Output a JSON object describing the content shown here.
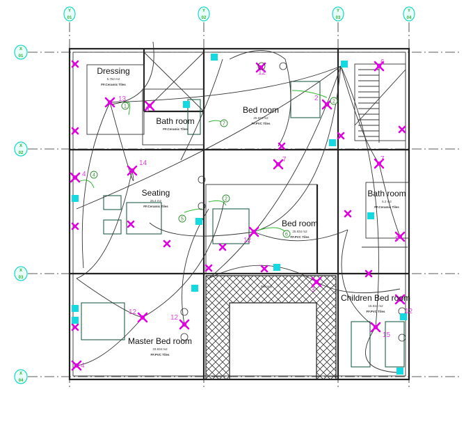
{
  "grid": {
    "columns": [
      "Y 01",
      "Y 02",
      "Y 03",
      "Y 04"
    ],
    "rows": [
      "X 01",
      "X 02",
      "X 03",
      "X 04"
    ]
  },
  "rooms": [
    {
      "name": "Dressing",
      "area": "5.752 m2",
      "finish": "FF.Ceramic Tiles"
    },
    {
      "name": "Bath room",
      "area": "",
      "finish": "FF.Ceramic Tiles"
    },
    {
      "name": "Bed room",
      "area": "25.834 m2",
      "finish": "FF.PVC Tiles"
    },
    {
      "name": "Seating",
      "area": "25.4 m2",
      "finish": "FF.Ceramic Tiles"
    },
    {
      "name": "Bed room",
      "area": "25.834 m2",
      "finish": "FF.PVC Tiles"
    },
    {
      "name": "Bath room",
      "area": "5.2 m2",
      "finish": "FF.Ceramic Tiles"
    },
    {
      "name": "Children Bed room",
      "area": "15.834 m2",
      "finish": "FF.PVC Tiles"
    },
    {
      "name": "Master Bed room",
      "area": "33.834 m2",
      "finish": "FF.PVC Tiles"
    }
  ],
  "balcony_label": "Balcony",
  "circuit_labels": [
    "13",
    "9",
    "6",
    "12",
    "2",
    "7",
    "14",
    "4",
    "12",
    "12",
    "3",
    "7",
    "9",
    "12",
    "15",
    "12",
    "4"
  ],
  "switch_labels": [
    "1",
    "2",
    "7",
    "4",
    "5",
    "6",
    "2"
  ],
  "colors": {
    "fixture": "#e000e0",
    "socket": "#15d9e0",
    "switch_wire": "#2db82d",
    "grid_bubble": "#18d6c8"
  }
}
